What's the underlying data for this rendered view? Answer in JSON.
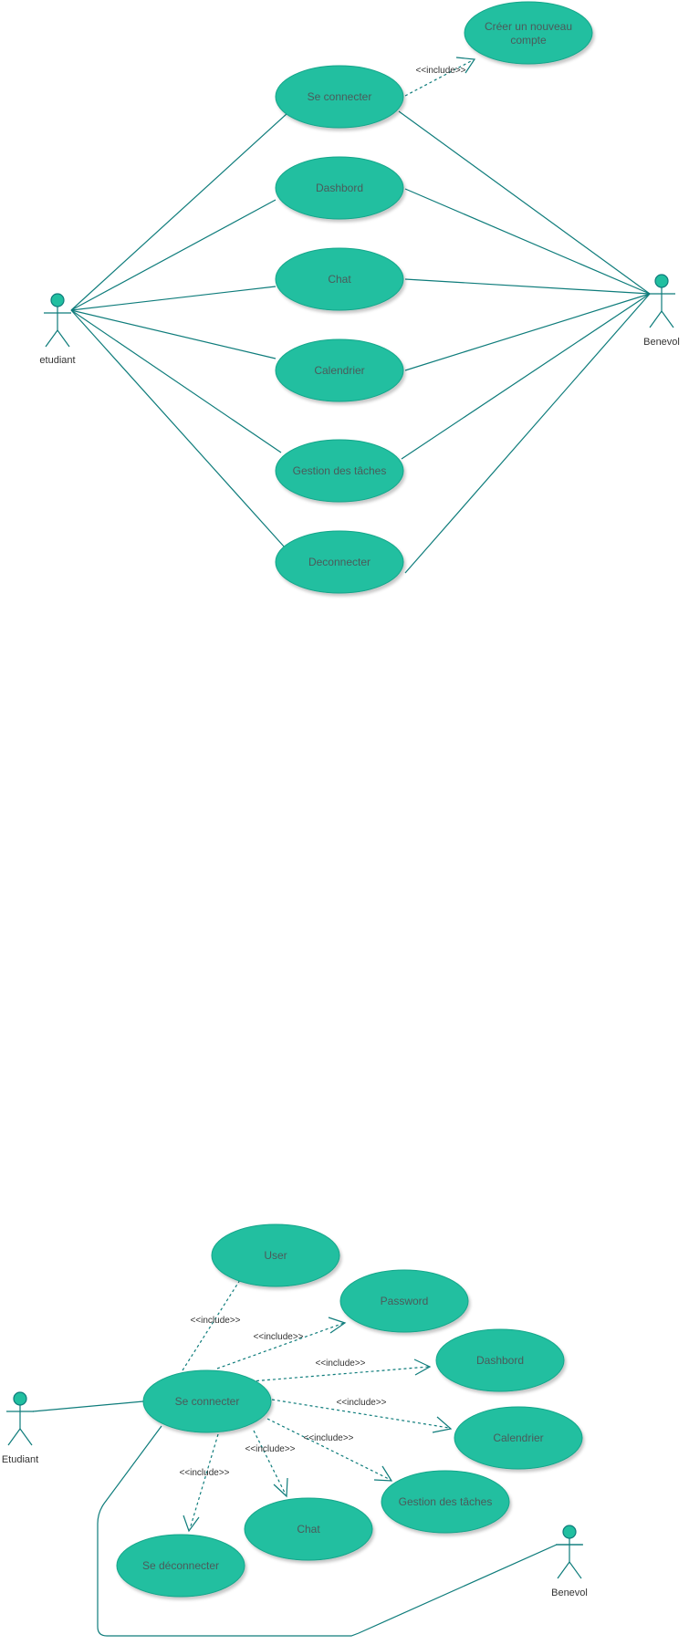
{
  "colors": {
    "usecase_fill": "#21bfa0",
    "line": "#0e7c7b",
    "text": "#4b5a5a"
  },
  "diagram1": {
    "actors": {
      "etudiant": "etudiant",
      "benevol": "Benevol"
    },
    "usecases": {
      "se_connecter": "Se connecter",
      "creer_compte_1": "Créer un nouveau",
      "creer_compte_2": "compte",
      "dashbord": "Dashbord",
      "chat": "Chat",
      "calendrier": "Calendrier",
      "gestion": "Gestion des tâches",
      "deconnecter": "Deconnecter"
    },
    "include_label": "<<include>>"
  },
  "diagram2": {
    "actors": {
      "etudiant": "Etudiant",
      "benevol": "Benevol"
    },
    "usecases": {
      "user": "User",
      "password": "Password",
      "dashbord": "Dashbord",
      "se_connecter": "Se connecter",
      "calendrier": "Calendrier",
      "gestion": "Gestion des tâches",
      "chat": "Chat",
      "se_deconnecter": "Se déconnecter"
    },
    "include_label": "<<include>>"
  }
}
